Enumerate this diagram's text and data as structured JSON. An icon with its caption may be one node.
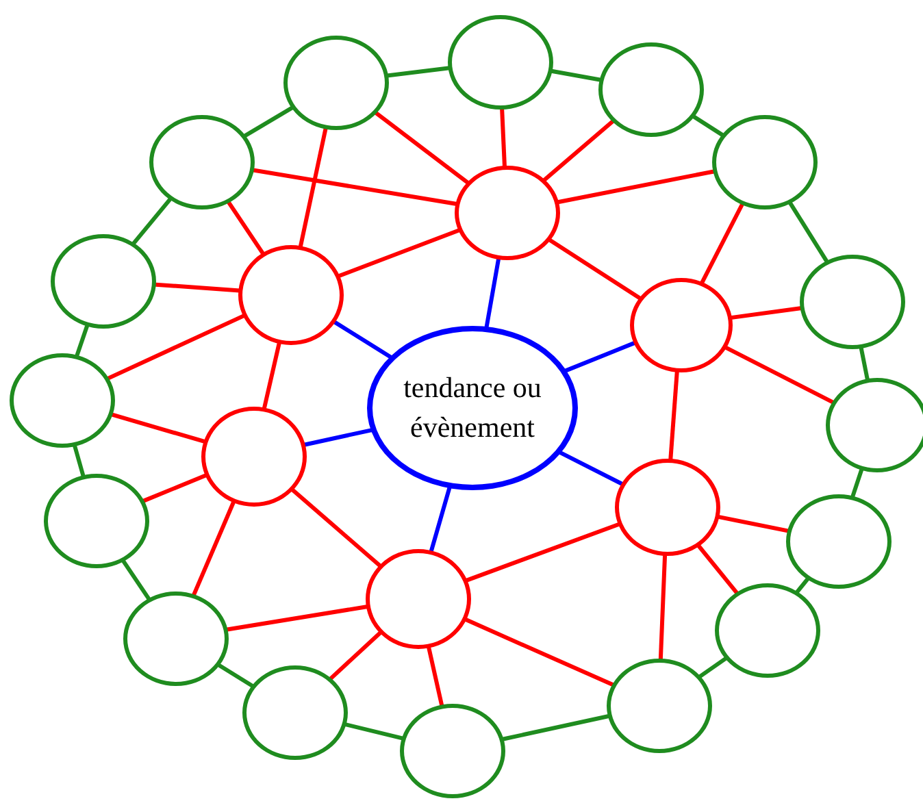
{
  "diagram": {
    "nodes": [
      {
        "text": [
          "tendance ou évènement"
        ]
      },
      {
        "text": [],
        "shape": "circle"
      },
      {
        "text": [],
        "shape": "circle"
      },
      {
        "text": [],
        "shape": "circle"
      },
      {
        "text": [],
        "shape": "circle"
      },
      {
        "text": [],
        "shape": "circle"
      },
      {
        "text": [],
        "shape": "circle"
      },
      {
        "text": [],
        "shape": "circle"
      },
      {
        "text": [],
        "shape": "circle"
      },
      {
        "text": [],
        "shape": "circle"
      },
      {
        "text": [],
        "shape": "circle"
      },
      {
        "text": [],
        "shape": "circle"
      },
      {
        "text": [],
        "shape": "circle"
      },
      {
        "text": [],
        "shape": "circle"
      },
      {
        "text": [],
        "shape": "circle"
      },
      {
        "text": [],
        "shape": "circle"
      },
      {
        "text": [],
        "shape": "circle"
      },
      {
        "text": [],
        "shape": "circle"
      },
      {
        "text": [],
        "shape": "circle"
      },
      {
        "text": [],
        "shape": "circle"
      },
      {
        "text": [],
        "shape": "circle"
      },
      {
        "text": [],
        "shape": "circle"
      },
      {
        "text": [],
        "shape": "circle"
      }
    ],
    "edges": [
      {
        "from": 0,
        "to": 1,
        "arrow": "none",
        "color": "#0000ff"
      },
      {
        "from": 0,
        "to": 2,
        "arrow": "none",
        "color": "#0000ff"
      },
      {
        "from": 0,
        "to": 3,
        "arrow": "none",
        "color": "#0000ff"
      },
      {
        "from": 0,
        "to": 4,
        "arrow": "none",
        "color": "#0000ff"
      },
      {
        "from": 0,
        "to": 5,
        "arrow": "none",
        "color": "#0000ff"
      },
      {
        "from": 0,
        "to": 6,
        "arrow": "none",
        "color": "#0000ff"
      },
      {
        "from": 1,
        "to": 2,
        "arrow": "none"
      },
      {
        "from": 1,
        "to": 3,
        "arrow": "none"
      },
      {
        "from": 2,
        "to": 4,
        "arrow": "none"
      },
      {
        "from": 3,
        "to": 5,
        "arrow": "none"
      },
      {
        "from": 4,
        "to": 6,
        "arrow": "none"
      },
      {
        "from": 6,
        "to": 5,
        "arrow": "none"
      },
      {
        "from": 1,
        "to": 8,
        "arrow": "none"
      },
      {
        "from": 1,
        "to": 9,
        "arrow": "none"
      },
      {
        "from": 1,
        "to": 10,
        "arrow": "none"
      },
      {
        "from": 1,
        "to": 22,
        "arrow": "none"
      },
      {
        "from": 1,
        "to": 7,
        "arrow": "none"
      },
      {
        "from": 2,
        "to": 22,
        "arrow": "none"
      },
      {
        "from": 2,
        "to": 7,
        "arrow": "none"
      },
      {
        "from": 2,
        "to": 21,
        "arrow": "none"
      },
      {
        "from": 2,
        "to": 20,
        "arrow": "none"
      },
      {
        "from": 3,
        "to": 10,
        "arrow": "none"
      },
      {
        "from": 3,
        "to": 11,
        "arrow": "none"
      },
      {
        "from": 3,
        "to": 12,
        "arrow": "none"
      },
      {
        "from": 4,
        "to": 20,
        "arrow": "none"
      },
      {
        "from": 4,
        "to": 19,
        "arrow": "none"
      },
      {
        "from": 4,
        "to": 18,
        "arrow": "none"
      },
      {
        "from": 5,
        "to": 13,
        "arrow": "none"
      },
      {
        "from": 5,
        "to": 14,
        "arrow": "none"
      },
      {
        "from": 5,
        "to": 15,
        "arrow": "none"
      },
      {
        "from": 6,
        "to": 18,
        "arrow": "none"
      },
      {
        "from": 6,
        "to": 17,
        "arrow": "none"
      },
      {
        "from": 6,
        "to": 16,
        "arrow": "none"
      },
      {
        "from": 6,
        "to": 15,
        "arrow": "none"
      },
      {
        "from": 7,
        "to": 8,
        "arrow": "none",
        "color": "#1f8c1f"
      },
      {
        "from": 8,
        "to": 9,
        "arrow": "none",
        "color": "#1f8c1f"
      },
      {
        "from": 9,
        "to": 10,
        "arrow": "none",
        "color": "#1f8c1f"
      },
      {
        "from": 10,
        "to": 11,
        "arrow": "none",
        "color": "#1f8c1f"
      },
      {
        "from": 11,
        "to": 12,
        "arrow": "none",
        "color": "#1f8c1f"
      },
      {
        "from": 12,
        "to": 13,
        "arrow": "none",
        "color": "#1f8c1f"
      },
      {
        "from": 13,
        "to": 14,
        "arrow": "none",
        "color": "#1f8c1f"
      },
      {
        "from": 14,
        "to": 15,
        "arrow": "none",
        "color": "#1f8c1f"
      },
      {
        "from": 15,
        "to": 16,
        "arrow": "none",
        "color": "#1f8c1f"
      },
      {
        "from": 16,
        "to": 17,
        "arrow": "none",
        "color": "#1f8c1f"
      },
      {
        "from": 17,
        "to": 18,
        "arrow": "none",
        "color": "#1f8c1f"
      },
      {
        "from": 18,
        "to": 19,
        "arrow": "none",
        "color": "#1f8c1f"
      },
      {
        "from": 19,
        "to": 20,
        "arrow": "none",
        "color": "#1f8c1f"
      },
      {
        "from": 20,
        "to": 21,
        "arrow": "none",
        "color": "#1f8c1f"
      },
      {
        "from": 21,
        "to": 22,
        "arrow": "none",
        "color": "#1f8c1f"
      },
      {
        "from": 22,
        "to": 7,
        "arrow": "none",
        "color": "#1f8c1f"
      }
    ]
  }
}
